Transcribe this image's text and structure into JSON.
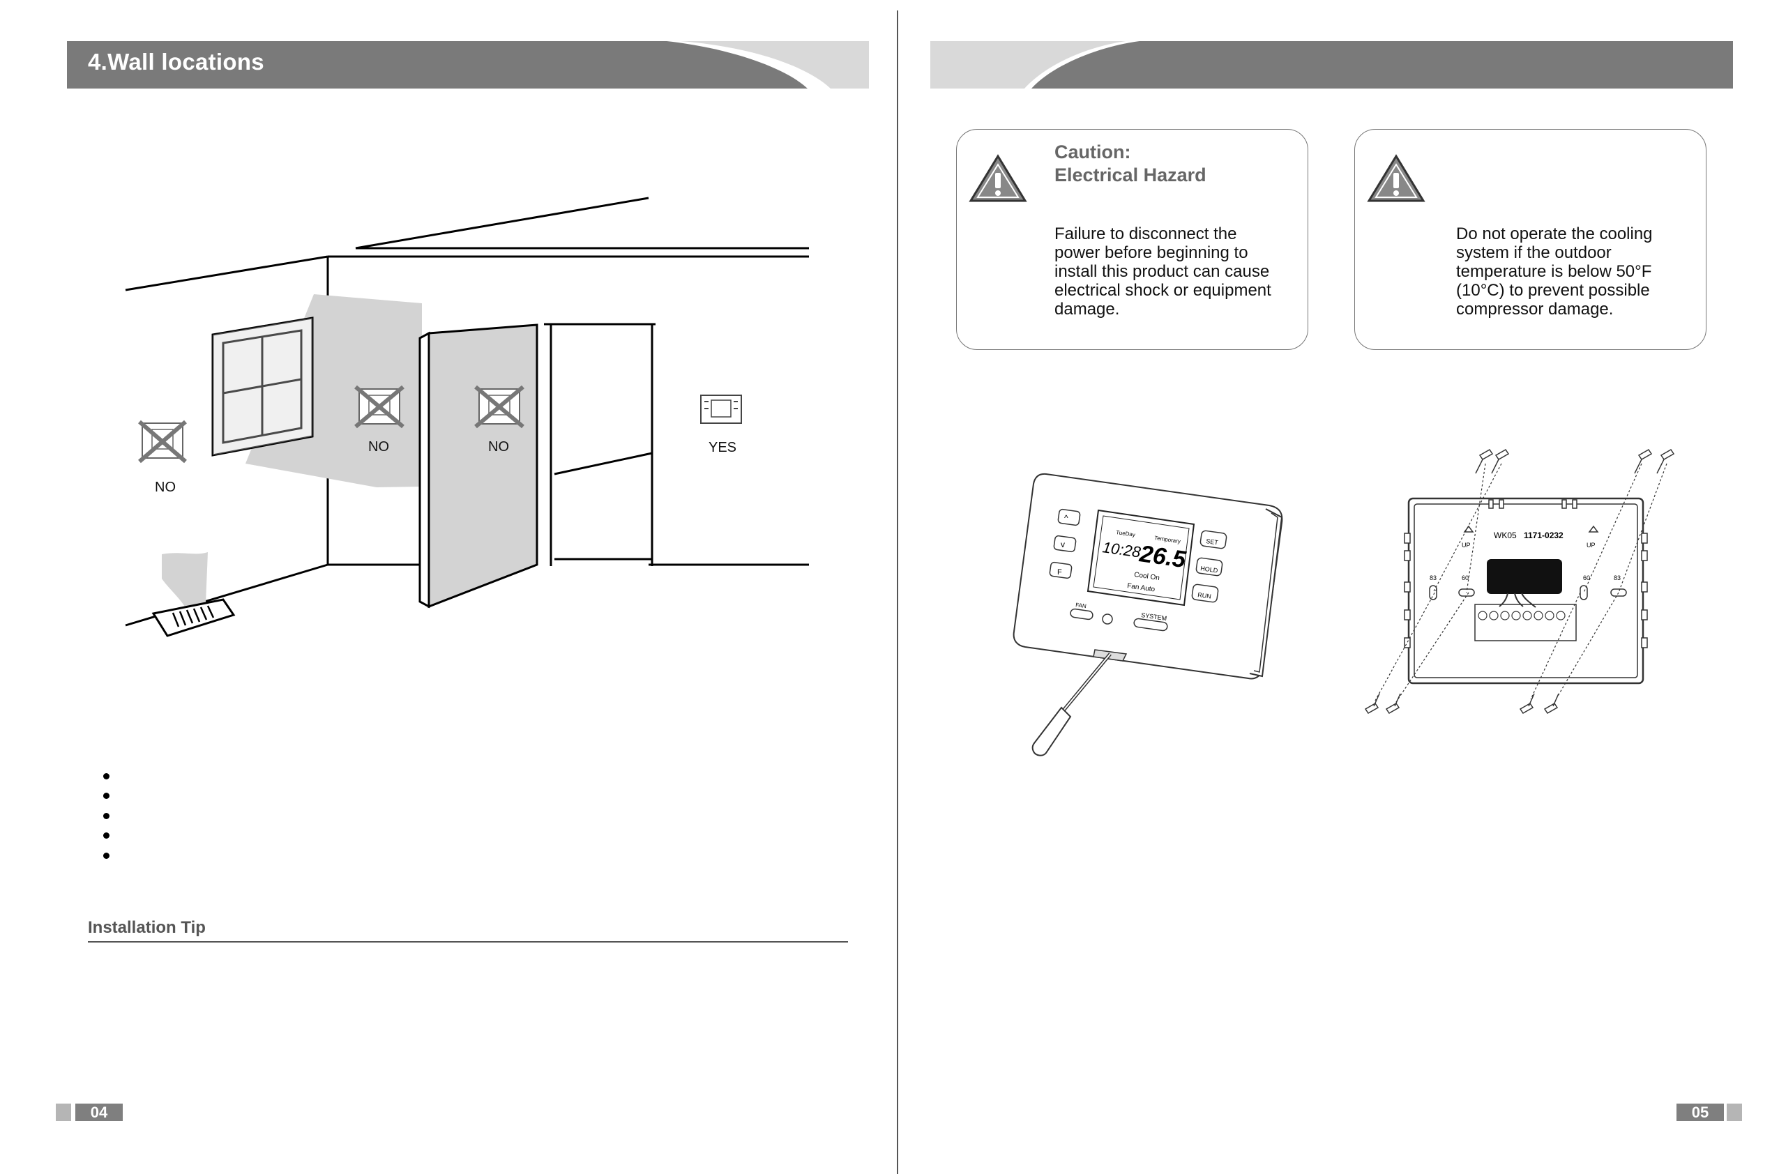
{
  "left_page": {
    "section_title": "4.Wall locations",
    "labels": {
      "no_outside_wall": "NO",
      "no_sunlight": "NO",
      "no_door": "NO",
      "yes_inside_wall": "YES"
    },
    "bullets_count": 5,
    "installation_tip_title": "Installation Tip",
    "page_number": "04"
  },
  "right_page": {
    "caution_box_1": {
      "title_line1": "Caution:",
      "title_line2": "Electrical Hazard",
      "text": "Failure to disconnect the power before beginning to install this product can cause electrical shock or equipment damage."
    },
    "caution_box_2": {
      "text": "Do not operate the cooling system if the outdoor temperature is below 50°F (10°C) to prevent possible compressor damage."
    },
    "thermostat_display": {
      "time": "10:28",
      "temperature": "26.5",
      "day_label": "TueDay",
      "temp_label": "Temporary",
      "mode": "Cool On",
      "fan_mode": "Fan Auto",
      "buttons": [
        "SET",
        "HOLD",
        "RUN",
        "F"
      ],
      "fan_switch": "FAN",
      "system_switch": "SYSTEM"
    },
    "backplate": {
      "model": "WK05",
      "part": "1171-0232",
      "arrow_left": "UP",
      "arrow_right": "UP",
      "hole_labels": [
        "83",
        "60",
        "60",
        "83"
      ]
    },
    "page_number": "05"
  },
  "colors": {
    "header_dark": "#7a7a7a",
    "header_light": "#d9d9d9",
    "caution_title": "#666666"
  }
}
